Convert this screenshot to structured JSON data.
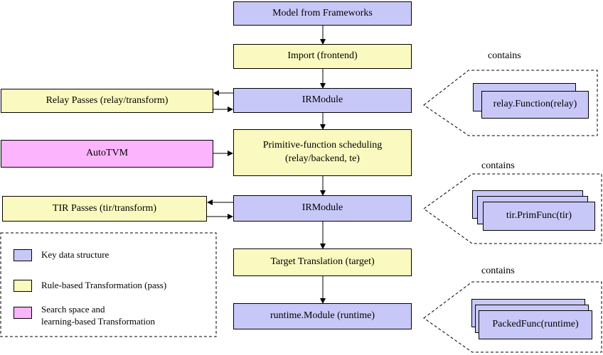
{
  "nodes": {
    "model_from_frameworks": "Model from Frameworks",
    "import_frontend": "Import (frontend)",
    "irmodule_relay": "IRModule",
    "relay_passes": "Relay Passes (relay/transform)",
    "autotvm": "AutoTVM",
    "primitive_scheduling": "Primitive-function scheduling\n(relay/backend, te)",
    "tir_passes": "TIR Passes (tir/transform)",
    "irmodule_tir": "IRModule",
    "target_translation": "Target Translation (target)",
    "runtime_module": "runtime.Module (runtime)"
  },
  "callouts": [
    {
      "label": "contains",
      "item": "relay.Function(relay)"
    },
    {
      "label": "contains",
      "item": "tir.PrimFunc(tir)"
    },
    {
      "label": "contains",
      "item": "PackedFunc(runtime)"
    }
  ],
  "legend": {
    "items": [
      {
        "label": "Key data structure",
        "color": "#c8c8f8"
      },
      {
        "label": "Rule-based Transformation (pass)",
        "color": "#fafac0"
      },
      {
        "label": "Search space and\nlearning-based Transformation",
        "color": "#fcb4fc"
      }
    ]
  },
  "colors": {
    "data_structure": "#c8c8f8",
    "pass": "#fafac0",
    "search": "#fcb4fc"
  }
}
